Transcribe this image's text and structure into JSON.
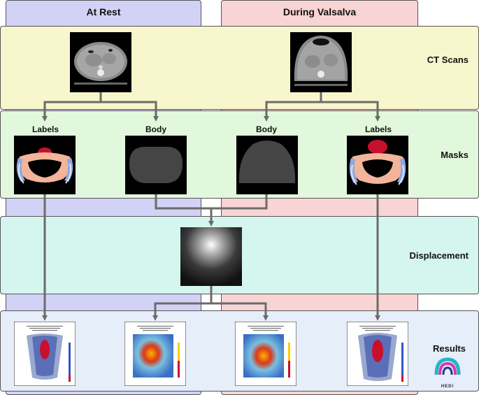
{
  "columns": {
    "rest": "At Rest",
    "valsalva": "During Valsalva"
  },
  "rows": {
    "ct": "CT Scans",
    "masks": "Masks",
    "displacement": "Displacement",
    "results": "Results"
  },
  "masks": {
    "labels_left": "Labels",
    "body_left": "Body",
    "body_right": "Body",
    "labels_right": "Labels"
  },
  "logo": {
    "text": "HEDI"
  },
  "colors": {
    "rest_column": "#d2d2f6",
    "valsalva_column": "#f9d4d4",
    "ct_row": "#f8f6cc",
    "masks_row": "#e2f8dc",
    "displacement_row": "#d4f6ef",
    "results_row": "#e6eef9",
    "arrow": "#6b6b6b"
  }
}
